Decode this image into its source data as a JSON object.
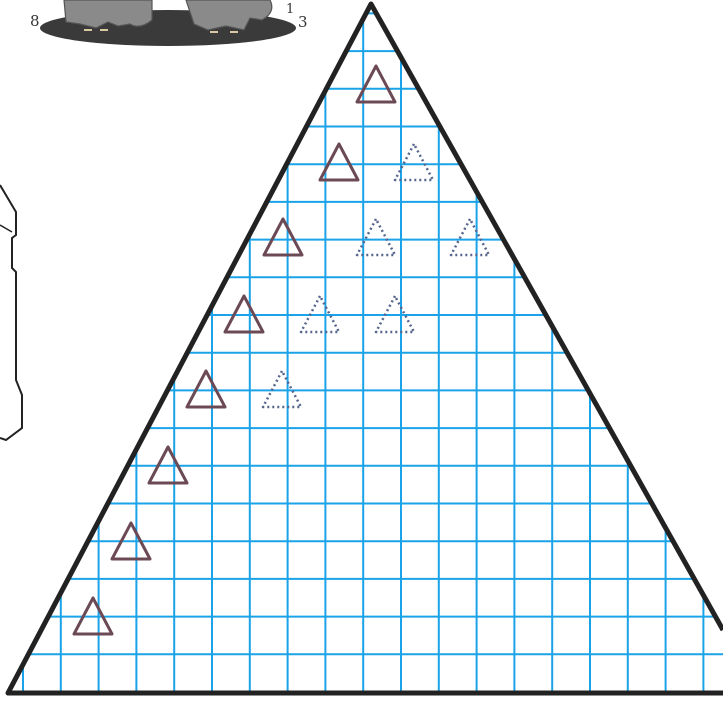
{
  "corner_numbers": [
    "8",
    "1",
    "3"
  ],
  "colors": {
    "grid": "#1aa3e8",
    "outline": "#222222",
    "solid_triangle": "#6b4a55",
    "dotted_triangle": "#55658c",
    "shadow": "#3a3a3a",
    "elephant": "#8a8a8a"
  },
  "worksheet": {
    "solid_triangle_count": 8,
    "dotted_triangle_count": 6
  }
}
